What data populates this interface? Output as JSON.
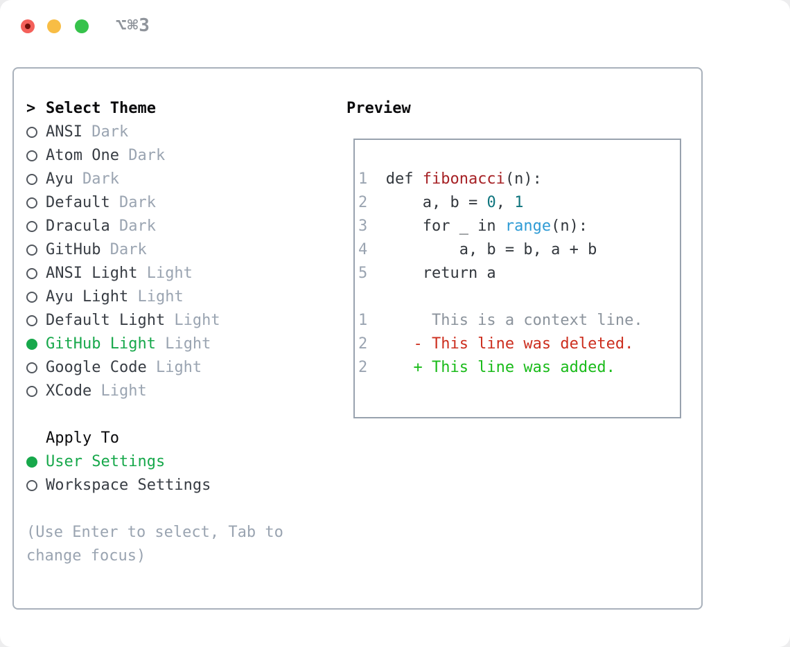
{
  "window": {
    "title": "⌥⌘3",
    "traffic_lights": [
      "close",
      "minimize",
      "zoom"
    ]
  },
  "colors": {
    "selection_green": "#17a84b",
    "added_green": "#1abb1a",
    "deleted_red": "#cc2e1e",
    "context_gray": "#8b939c",
    "muted_gray": "#9aa4b1",
    "text_dark": "#383d44",
    "func_red": "#a62125",
    "number_teal": "#0e747d",
    "builtin_blue": "#2e9bd5",
    "panel_border": "#a9b1bb",
    "traffic_red": "#f4605a",
    "traffic_yellow": "#f8bd45",
    "traffic_green": "#36c24b"
  },
  "theme_picker": {
    "header_prefix": ">",
    "header": "Select Theme",
    "items": [
      {
        "name": "ANSI",
        "variant": " Dark",
        "selected": false
      },
      {
        "name": "Atom One",
        "variant": " Dark",
        "selected": false
      },
      {
        "name": "Ayu",
        "variant": " Dark",
        "selected": false
      },
      {
        "name": "Default",
        "variant": " Dark",
        "selected": false
      },
      {
        "name": "Dracula",
        "variant": " Dark",
        "selected": false
      },
      {
        "name": "GitHub",
        "variant": " Dark",
        "selected": false
      },
      {
        "name": "ANSI Light",
        "variant": " Light",
        "selected": false
      },
      {
        "name": "Ayu Light",
        "variant": " Light",
        "selected": false
      },
      {
        "name": "Default Light",
        "variant": " Light",
        "selected": false
      },
      {
        "name": "GitHub Light",
        "variant": " Light",
        "selected": true
      },
      {
        "name": "Google Code",
        "variant": " Light",
        "selected": false
      },
      {
        "name": "XCode",
        "variant": " Light",
        "selected": false
      }
    ],
    "apply_to": {
      "header": "Apply To",
      "options": [
        {
          "label": "User Settings",
          "selected": true
        },
        {
          "label": "Workspace Settings",
          "selected": false
        }
      ]
    },
    "hint": "(Use Enter to select, Tab to change focus)"
  },
  "preview": {
    "header": "Preview",
    "lines": [
      {
        "num": "1",
        "segs": [
          {
            "t": "def ",
            "c": "code"
          },
          {
            "t": "fibonacci",
            "c": "func"
          },
          {
            "t": "(n):",
            "c": "code"
          }
        ]
      },
      {
        "num": "2",
        "segs": [
          {
            "t": "    a, b = ",
            "c": "code"
          },
          {
            "t": "0",
            "c": "num"
          },
          {
            "t": ", ",
            "c": "code"
          },
          {
            "t": "1",
            "c": "num"
          }
        ]
      },
      {
        "num": "3",
        "segs": [
          {
            "t": "    for _ in ",
            "c": "code"
          },
          {
            "t": "range",
            "c": "builtin"
          },
          {
            "t": "(n):",
            "c": "code"
          }
        ]
      },
      {
        "num": "4",
        "segs": [
          {
            "t": "        a, b = b, a + b",
            "c": "code"
          }
        ]
      },
      {
        "num": "5",
        "segs": [
          {
            "t": "    return a",
            "c": "code"
          }
        ]
      },
      {
        "gap": true
      },
      {
        "num": "1",
        "segs": [
          {
            "t": "     This is a context line.",
            "c": "ctx"
          }
        ]
      },
      {
        "num": "2",
        "segs": [
          {
            "t": "   - This line was deleted.",
            "c": "del"
          }
        ]
      },
      {
        "num": "2",
        "segs": [
          {
            "t": "   + This line was added.",
            "c": "add"
          }
        ]
      }
    ]
  }
}
